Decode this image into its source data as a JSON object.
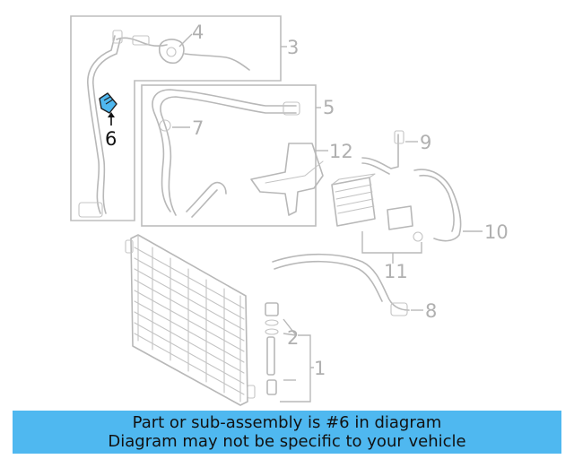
{
  "diagram": {
    "callouts": {
      "c1": "1",
      "c2": "2",
      "c3": "3",
      "c4": "4",
      "c5": "5",
      "c6": "6",
      "c7": "7",
      "c8": "8",
      "c9": "9",
      "c10": "10",
      "c11": "11",
      "c12": "12"
    },
    "highlight_color": "#4fb8f0"
  },
  "banner": {
    "line1": "Part or sub-assembly is #6 in diagram",
    "line2": "Diagram may not be specific to your vehicle",
    "background": "#4fb8f0"
  }
}
